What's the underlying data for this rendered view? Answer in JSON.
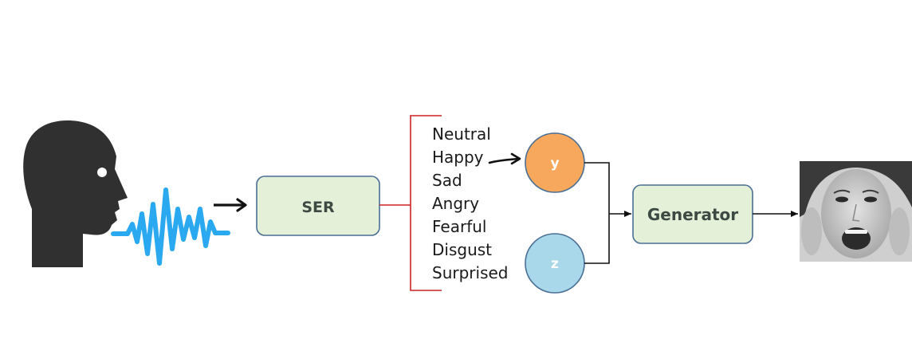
{
  "blocks": {
    "ser": {
      "label": "SER"
    },
    "generator": {
      "label": "Generator"
    }
  },
  "emotions": {
    "items": [
      {
        "label": "Neutral",
        "highlighted": false
      },
      {
        "label": "Happy",
        "highlighted": true
      },
      {
        "label": "Sad",
        "highlighted": false
      },
      {
        "label": "Angry",
        "highlighted": false
      },
      {
        "label": "Fearful",
        "highlighted": false
      },
      {
        "label": "Disgust",
        "highlighted": false
      },
      {
        "label": "Surprised",
        "highlighted": false
      }
    ]
  },
  "nodes": {
    "y": {
      "label": "y",
      "color": "#f7a85c"
    },
    "z": {
      "label": "z",
      "color": "#a8d8ea"
    }
  },
  "colors": {
    "box_fill": "#e4f0d8",
    "box_stroke": "#4a6f95",
    "bracket": "#cc2222",
    "highlight_text": "#b22222",
    "waveform": "#2aa8f0",
    "head": "#303030",
    "node_stroke": "#4a6f95"
  },
  "icons": {
    "speaker": "speaking-head-icon",
    "waveform": "sound-wave-icon",
    "output_face": "emotional-face-image"
  }
}
